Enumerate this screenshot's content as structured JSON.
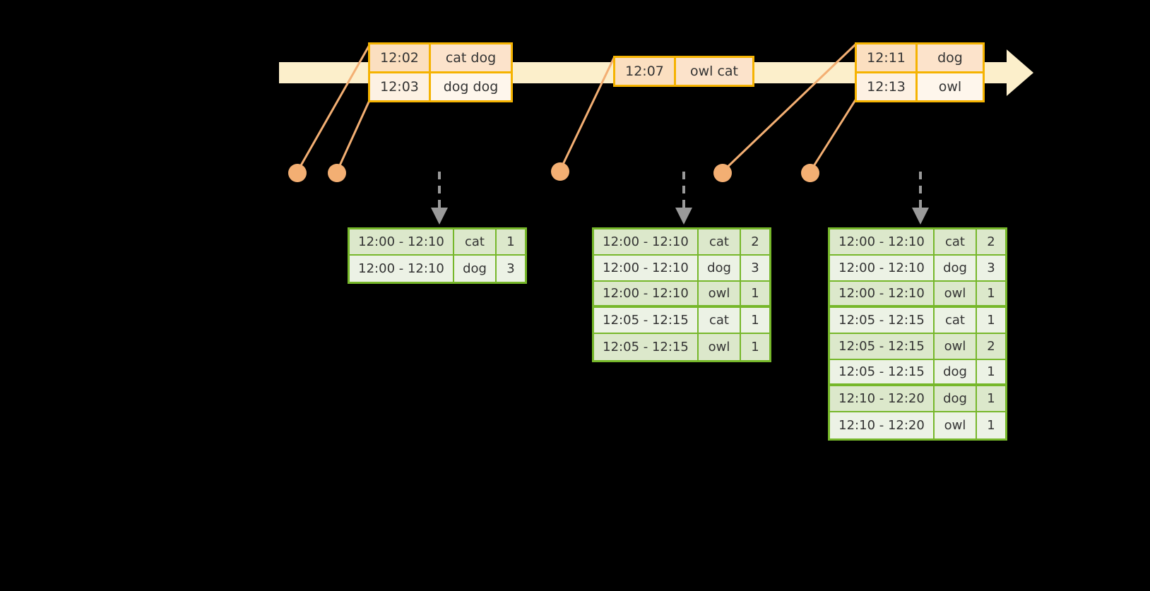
{
  "diagram": {
    "title": "sliding-window-aggregation-timeline",
    "colors": {
      "background": "#000000",
      "timeline_bar": "#FCEFCB",
      "event_border": "#F5B301",
      "event_fill": "#FDEBD3",
      "dot": "#F3AF73",
      "connector": "#F3AF73",
      "table_border": "#76B72A",
      "table_fill_a": "#DCE8CB",
      "table_fill_b": "#ECF2E5",
      "arrow": "#9A9A9A",
      "text": "#333333"
    }
  },
  "timeline": {
    "name": "event-time-axis",
    "direction": "left-to-right",
    "arrowhead": "right"
  },
  "events": [
    {
      "group": "event-group-1",
      "rows": [
        {
          "time": "12:02",
          "value": "cat dog"
        },
        {
          "time": "12:03",
          "value": "dog dog"
        }
      ]
    },
    {
      "group": "event-group-2",
      "rows": [
        {
          "time": "12:07",
          "value": "owl cat"
        }
      ]
    },
    {
      "group": "event-group-3",
      "rows": [
        {
          "time": "12:11",
          "value": "dog"
        },
        {
          "time": "12:13",
          "value": "owl"
        }
      ]
    }
  ],
  "dots": [
    {
      "name": "event-dot-1"
    },
    {
      "name": "event-dot-2"
    },
    {
      "name": "event-dot-3"
    },
    {
      "name": "event-dot-4"
    },
    {
      "name": "event-dot-5"
    }
  ],
  "results": [
    {
      "name": "result-table-1",
      "rows": [
        {
          "window": "12:00 - 12:10",
          "key": "cat",
          "count": "1",
          "group": 0
        },
        {
          "window": "12:00 - 12:10",
          "key": "dog",
          "count": "3",
          "group": 0
        }
      ]
    },
    {
      "name": "result-table-2",
      "rows": [
        {
          "window": "12:00 - 12:10",
          "key": "cat",
          "count": "2",
          "group": 0
        },
        {
          "window": "12:00 - 12:10",
          "key": "dog",
          "count": "3",
          "group": 0
        },
        {
          "window": "12:00 - 12:10",
          "key": "owl",
          "count": "1",
          "group": 0
        },
        {
          "window": "12:05 - 12:15",
          "key": "cat",
          "count": "1",
          "group": 1
        },
        {
          "window": "12:05 - 12:15",
          "key": "owl",
          "count": "1",
          "group": 1
        }
      ]
    },
    {
      "name": "result-table-3",
      "rows": [
        {
          "window": "12:00 - 12:10",
          "key": "cat",
          "count": "2",
          "group": 0
        },
        {
          "window": "12:00 - 12:10",
          "key": "dog",
          "count": "3",
          "group": 0
        },
        {
          "window": "12:00 - 12:10",
          "key": "owl",
          "count": "1",
          "group": 0
        },
        {
          "window": "12:05 - 12:15",
          "key": "cat",
          "count": "1",
          "group": 1
        },
        {
          "window": "12:05 - 12:15",
          "key": "owl",
          "count": "2",
          "group": 1
        },
        {
          "window": "12:05 - 12:15",
          "key": "dog",
          "count": "1",
          "group": 1
        },
        {
          "window": "12:10 - 12:20",
          "key": "dog",
          "count": "1",
          "group": 2
        },
        {
          "window": "12:10 - 12:20",
          "key": "owl",
          "count": "1",
          "group": 2
        }
      ]
    }
  ]
}
